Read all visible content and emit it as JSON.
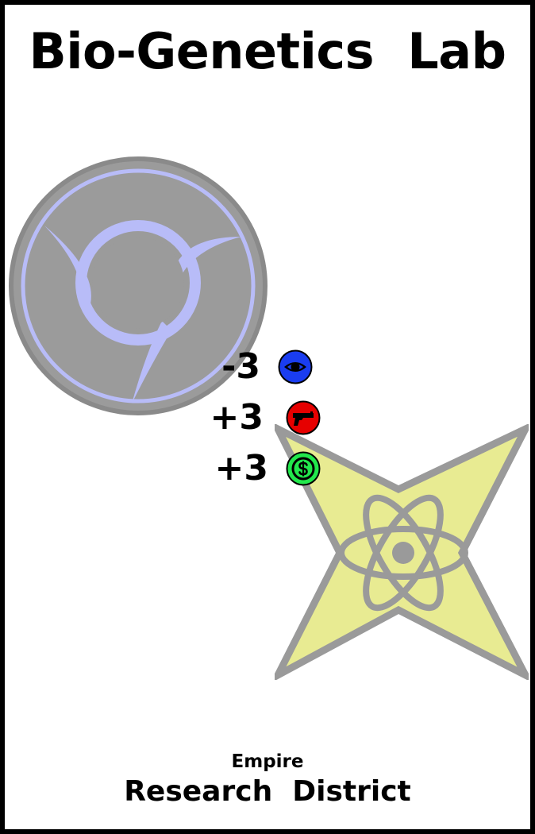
{
  "card": {
    "title": "Bio-Genetics  Lab",
    "faction": "Empire",
    "district": "Research  District"
  },
  "emblems": {
    "faction_icon": "empire-swirl-icon",
    "district_icon": "atom-star-icon"
  },
  "stats": [
    {
      "value": "-3",
      "icon": "eye-icon",
      "color": "#1a3df0"
    },
    {
      "value": "+3",
      "icon": "pistol-icon",
      "color": "#e60000"
    },
    {
      "value": "+3",
      "icon": "dollar-coin-icon",
      "color": "#22e84c"
    }
  ],
  "colors": {
    "faction_circle": "#9b9b9b",
    "faction_swirl": "#b8bcf8",
    "district_star": "#e8eb92",
    "emblem_outline": "#9a9a9a"
  }
}
